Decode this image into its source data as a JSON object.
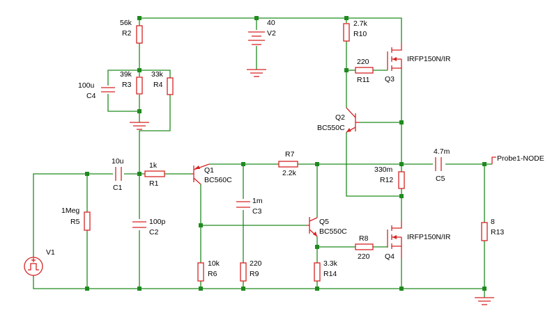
{
  "components": {
    "R2": {
      "ref": "R2",
      "value": "56k"
    },
    "R3": {
      "ref": "R3",
      "value": "39k"
    },
    "R4": {
      "ref": "R4",
      "value": "33k"
    },
    "C4": {
      "ref": "C4",
      "value": "100u"
    },
    "V2": {
      "ref": "V2",
      "value": "40"
    },
    "R10": {
      "ref": "R10",
      "value": "2.7k"
    },
    "R11": {
      "ref": "R11",
      "value": "220"
    },
    "Q3": {
      "ref": "Q3",
      "value": "IRFP150N/IR"
    },
    "Q2": {
      "ref": "Q2",
      "value": "BC550C"
    },
    "C1": {
      "ref": "C1",
      "value": "10u"
    },
    "R1": {
      "ref": "R1",
      "value": "1k"
    },
    "Q1": {
      "ref": "Q1",
      "value": "BC560C"
    },
    "R7": {
      "ref": "R7",
      "value": "2.2k"
    },
    "C5": {
      "ref": "C5",
      "value": "4.7m"
    },
    "R12": {
      "ref": "R12",
      "value": "330m"
    },
    "R5": {
      "ref": "R5",
      "value": "1Meg"
    },
    "C3": {
      "ref": "C3",
      "value": "1m"
    },
    "C2": {
      "ref": "C2",
      "value": "100p"
    },
    "Q5": {
      "ref": "Q5",
      "value": "BC550C"
    },
    "R8": {
      "ref": "R8",
      "value": "220"
    },
    "Q4": {
      "ref": "Q4",
      "value": "IRFP150N/IR"
    },
    "R13": {
      "ref": "R13",
      "value": "8"
    },
    "V1": {
      "ref": "V1",
      "value": ""
    },
    "R6": {
      "ref": "R6",
      "value": "10k"
    },
    "R9": {
      "ref": "R9",
      "value": "220"
    },
    "R14": {
      "ref": "R14",
      "value": "3.3k"
    }
  },
  "probe": {
    "label": "Probe1-NODE"
  },
  "colors": {
    "wire": "#1f8a1f",
    "component": "#d62222",
    "text": "#000000"
  }
}
